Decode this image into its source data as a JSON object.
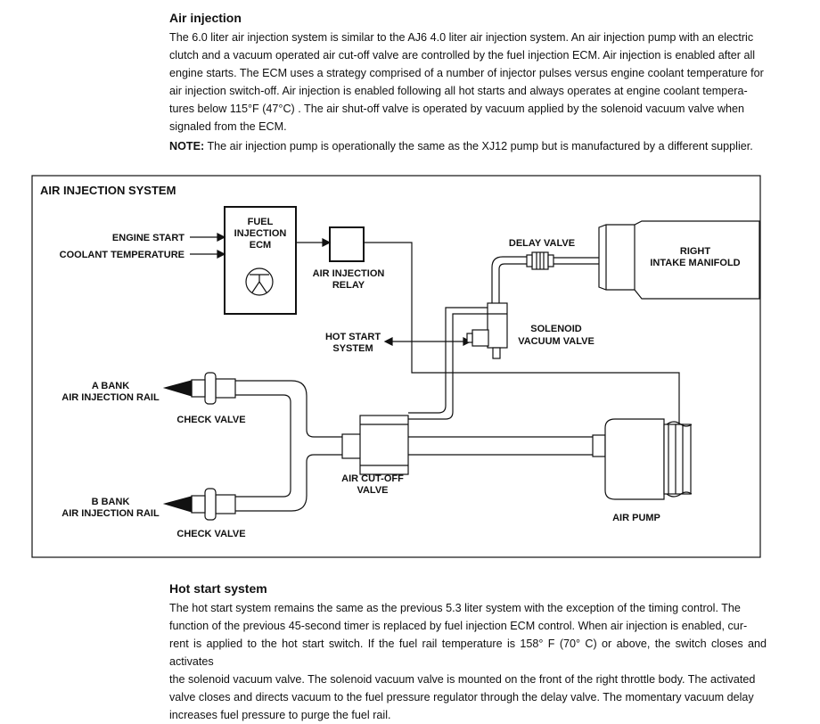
{
  "section1": {
    "title": "Air injection",
    "lines": [
      "The 6.0 liter air injection system is similar to the AJ6 4.0 liter air injection system.  An air injection pump with an electric",
      "clutch and a vacuum operated air cut-off valve are controlled by the fuel injection ECM.  Air injection is enabled after all",
      "engine starts.  The ECM uses a strategy comprised of a number of injector pulses versus engine coolant temperature for",
      "air injection switch-off.  Air injection is enabled following all hot starts and always operates at engine coolant tempera-",
      "tures below 115°F (47°C) .  The air shut-off valve is operated by vacuum applied by the solenoid vacuum valve when",
      "signaled from the ECM."
    ],
    "note_label": "NOTE:",
    "note_text": " The air injection pump is operationally the same as the XJ12 pump but is manufactured by a different supplier."
  },
  "diagram": {
    "title": "AIR INJECTION SYSTEM",
    "labels": {
      "engine_start": "ENGINE START",
      "coolant_temperature": "COOLANT TEMPERATURE",
      "ecm_line1": "FUEL",
      "ecm_line2": "INJECTION",
      "ecm_line3": "ECM",
      "relay_line1": "AIR INJECTION",
      "relay_line2": "RELAY",
      "delay_valve": "DELAY VALVE",
      "manifold_line1": "RIGHT",
      "manifold_line2": "INTAKE MANIFOLD",
      "solenoid_line1": "SOLENOID",
      "solenoid_line2": "VACUUM VALVE",
      "hot_start_line1": "HOT START",
      "hot_start_line2": "SYSTEM",
      "a_bank_line1": "A BANK",
      "a_bank_line2": "AIR INJECTION RAIL",
      "b_bank_line1": "B BANK",
      "b_bank_line2": "AIR INJECTION RAIL",
      "check_valve_a": "CHECK VALVE",
      "check_valve_b": "CHECK VALVE",
      "cutoff_line1": "AIR CUT-OFF",
      "cutoff_line2": "VALVE",
      "air_pump": "AIR PUMP"
    }
  },
  "section2": {
    "title": "Hot start system",
    "lines": [
      "The hot start system remains the same as the previous 5.3 liter system with the exception of the timing control.  The",
      "function of the previous 45-second timer is replaced by fuel injection ECM control.  When air injection is enabled, cur-",
      "rent is applied to the hot start switch.  If the fuel rail temperature is 158° F (70° C) or above, the switch closes and activates",
      "the solenoid vacuum valve.  The solenoid vacuum valve is mounted on the front of the right throttle body.  The activated",
      "valve closes and directs vacuum to the fuel pressure regulator through the delay valve.  The momentary vacuum delay",
      "increases fuel pressure to purge the fuel rail."
    ]
  }
}
